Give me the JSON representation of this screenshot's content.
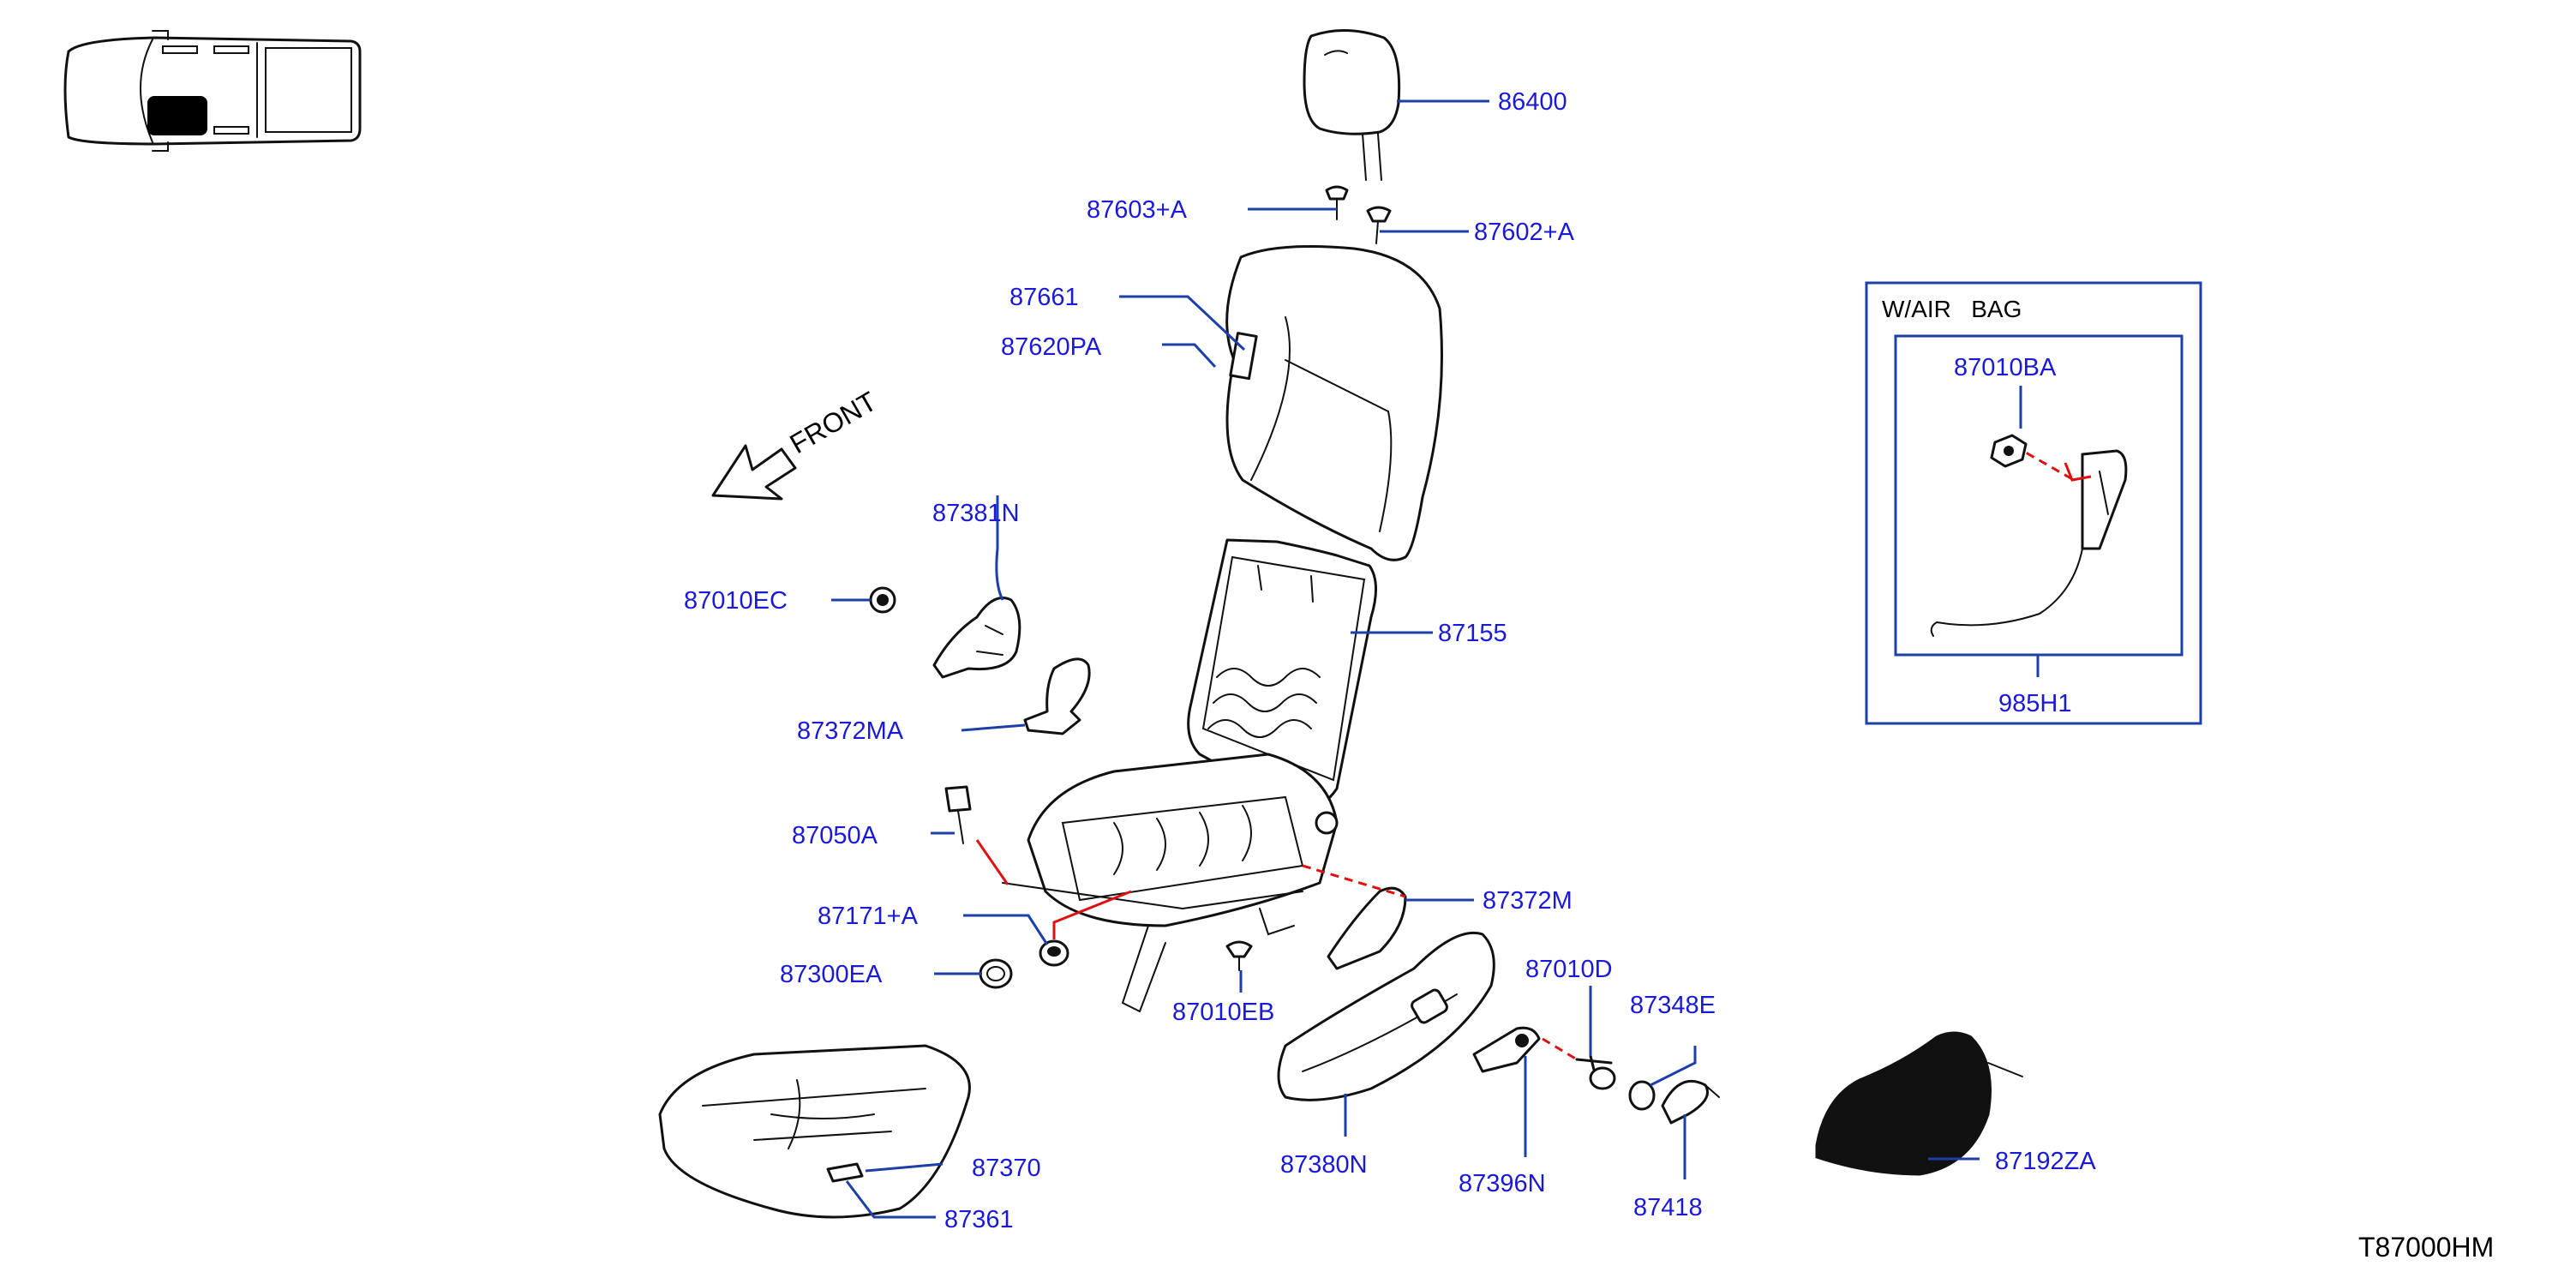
{
  "diagram_code": "T87000HM",
  "front_label": "FRONT",
  "airbag_box": {
    "title": "W/AIR   BAG",
    "parts": [
      "87010BA",
      "985H1"
    ]
  },
  "parts": {
    "p86400": "86400",
    "p87603A": "87603+A",
    "p87602A": "87602+A",
    "p87661": "87661",
    "p87620PA": "87620PA",
    "p87381N": "87381N",
    "p87010EC": "87010EC",
    "p87155": "87155",
    "p87372MA": "87372MA",
    "p87050A": "87050A",
    "p87372M": "87372M",
    "p87171A": "87171+A",
    "p87300EA": "87300EA",
    "p87010EB": "87010EB",
    "p87010D": "87010D",
    "p87348E": "87348E",
    "p87370": "87370",
    "p87361": "87361",
    "p87380N": "87380N",
    "p87396N": "87396N",
    "p87418": "87418",
    "p87192ZA": "87192ZA"
  },
  "colors": {
    "part_label": "#1a1ad6",
    "leader": "#1c3fa8",
    "hidden_link": "#e01010",
    "ink": "#111111"
  }
}
